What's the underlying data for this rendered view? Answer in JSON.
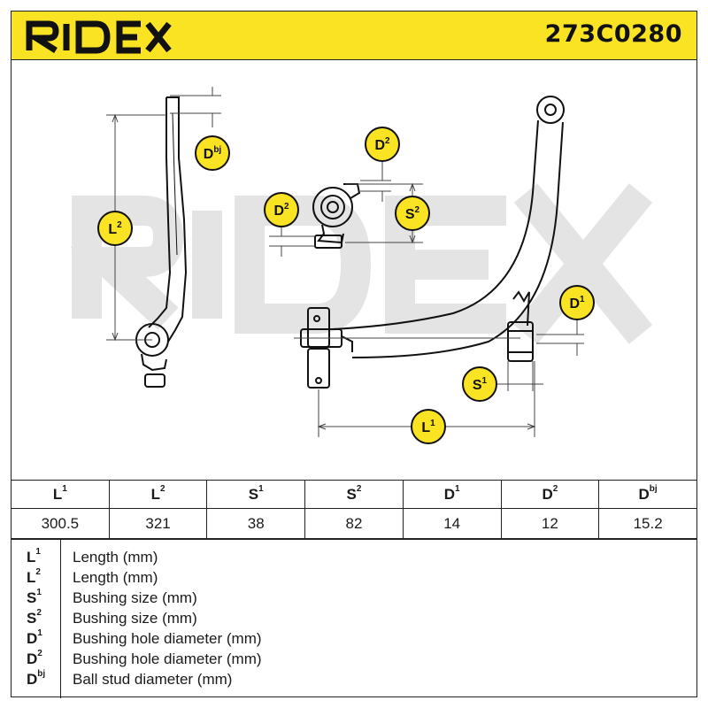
{
  "header": {
    "brand": "RIDEX",
    "part_number": "273C0280",
    "accent_color": "#f9e322"
  },
  "drawing": {
    "watermark": "RIDEX",
    "callouts": {
      "dbj": {
        "base": "D",
        "sup": "bj"
      },
      "l2": {
        "base": "L",
        "sup": "2"
      },
      "d2_top": {
        "base": "D",
        "sup": "2"
      },
      "d2_left": {
        "base": "D",
        "sup": "2"
      },
      "s2": {
        "base": "S",
        "sup": "2"
      },
      "d1": {
        "base": "D",
        "sup": "1"
      },
      "s1": {
        "base": "S",
        "sup": "1"
      },
      "l1": {
        "base": "L",
        "sup": "1"
      }
    }
  },
  "specs": {
    "columns": [
      {
        "base": "L",
        "sup": "1",
        "value": "300.5"
      },
      {
        "base": "L",
        "sup": "2",
        "value": "321"
      },
      {
        "base": "S",
        "sup": "1",
        "value": "38"
      },
      {
        "base": "S",
        "sup": "2",
        "value": "82"
      },
      {
        "base": "D",
        "sup": "1",
        "value": "14"
      },
      {
        "base": "D",
        "sup": "2",
        "value": "12"
      },
      {
        "base": "D",
        "sup": "bj",
        "value": "15.2"
      }
    ]
  },
  "legend": [
    {
      "base": "L",
      "sup": "1",
      "desc": "Length (mm)"
    },
    {
      "base": "L",
      "sup": "2",
      "desc": "Length (mm)"
    },
    {
      "base": "S",
      "sup": "1",
      "desc": "Bushing size (mm)"
    },
    {
      "base": "S",
      "sup": "2",
      "desc": "Bushing size (mm)"
    },
    {
      "base": "D",
      "sup": "1",
      "desc": "Bushing hole diameter (mm)"
    },
    {
      "base": "D",
      "sup": "2",
      "desc": "Bushing hole diameter (mm)"
    },
    {
      "base": "D",
      "sup": "bj",
      "desc": "Ball stud diameter (mm)"
    }
  ]
}
